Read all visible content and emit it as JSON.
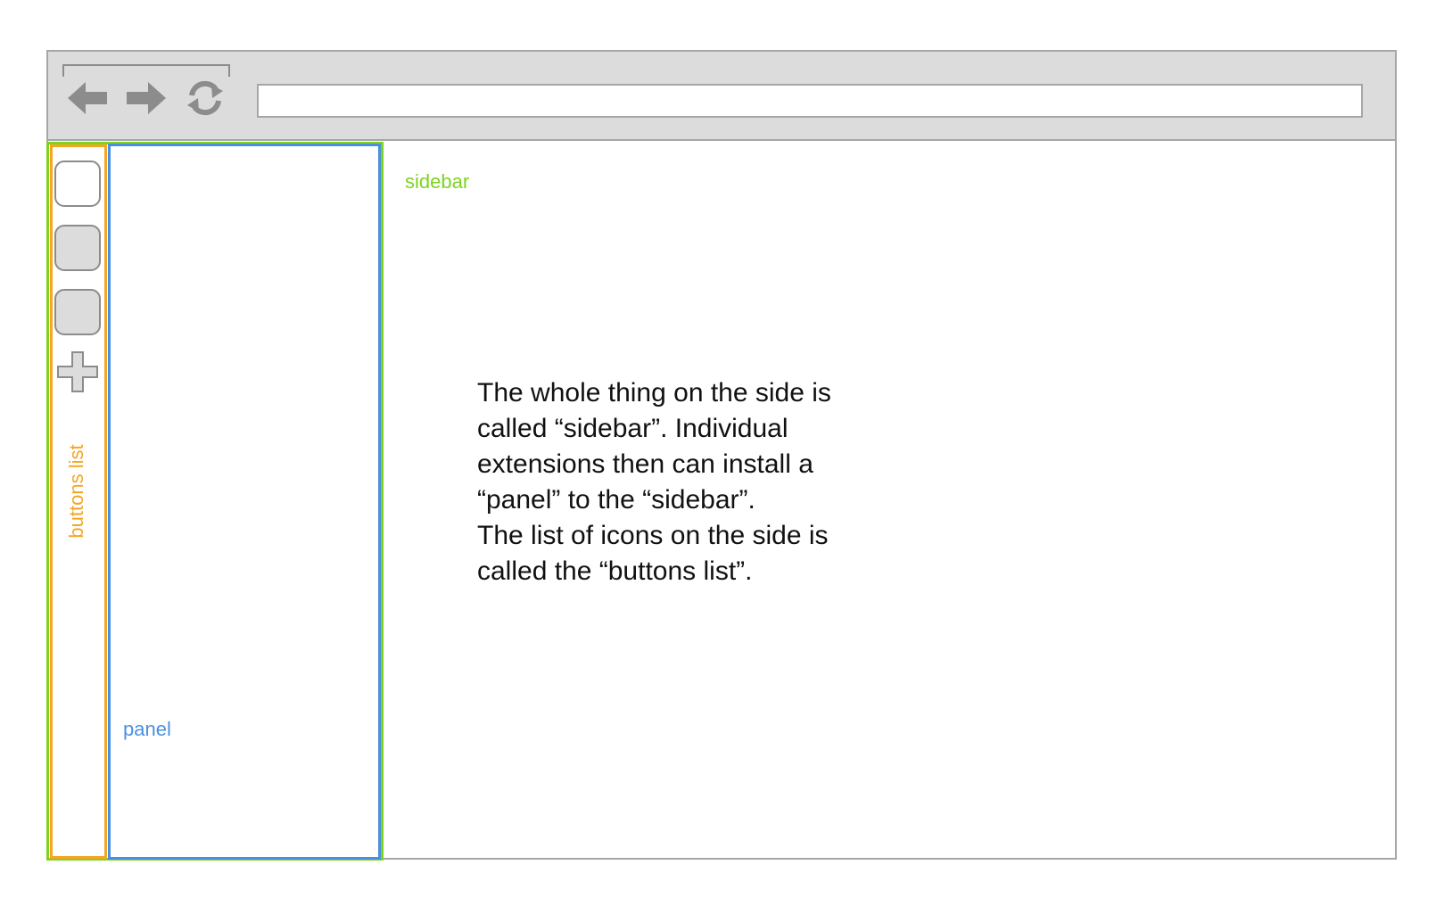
{
  "labels": {
    "sidebar": "sidebar",
    "buttons_list": "buttons list",
    "panel": "panel"
  },
  "description_lines": [
    "The whole thing on the side is",
    "called “sidebar”. Individual",
    "extensions then can install a",
    "“panel” to the “sidebar”.",
    "The list of icons on the side is",
    "called the “buttons list”."
  ],
  "icons": {
    "back": "back-arrow-icon",
    "forward": "forward-arrow-icon",
    "reload": "reload-icon",
    "add": "plus-icon"
  },
  "address_bar": {
    "value": ""
  },
  "colors": {
    "sidebar": "#7ed321",
    "buttons_list": "#f5a623",
    "panel": "#4a90e2",
    "chrome": "#dcdcdc",
    "chrome_border": "#a6a6a6",
    "icon": "#8c8c8c"
  }
}
